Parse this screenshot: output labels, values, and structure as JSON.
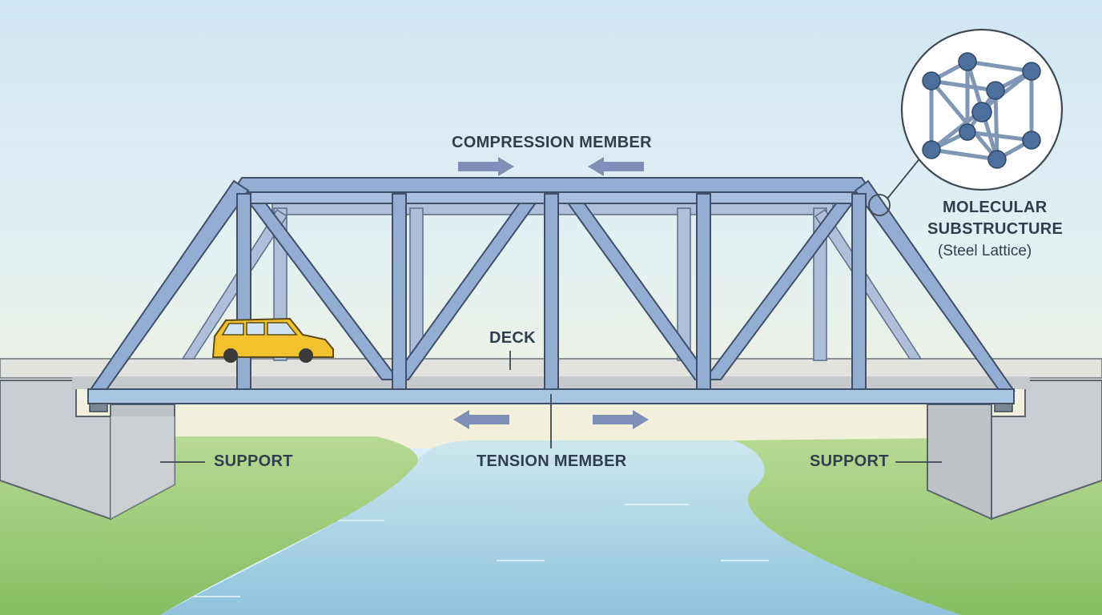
{
  "labels": {
    "compression": "COMPRESSION MEMBER",
    "tension": "TENSION MEMBER",
    "deck": "DECK",
    "support_left": "SUPPORT",
    "support_right": "SUPPORT",
    "molecular_line1": "MOLECULAR",
    "molecular_line2": "SUBSTRUCTURE",
    "molecular_sub": "(Steel Lattice)"
  },
  "colors": {
    "sky_top": "#cfe6f5",
    "sky_bottom": "#f3f1e2",
    "steel": "#8fa9cf",
    "steel_dark": "#3f5068",
    "deck": "#e2e2de",
    "grass": "#9fcc7e",
    "water": "#a9d3e6",
    "support": "#cfd2d6",
    "car": "#f2c12e",
    "arrow": "#7d8fb7",
    "lattice_node": "#4c6f9e"
  },
  "icons": [
    "car-icon",
    "compression-arrow-icon",
    "tension-arrow-icon",
    "lattice-icon"
  ]
}
